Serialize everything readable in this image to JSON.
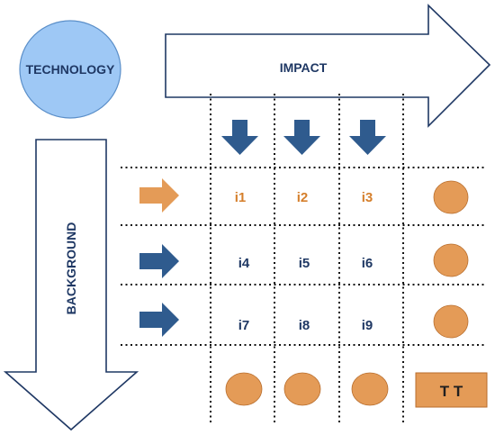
{
  "technology": {
    "label": "TECHNOLOGY"
  },
  "impact": {
    "label": "IMPACT"
  },
  "background": {
    "label": "BACKGROUND"
  },
  "cells": [
    [
      "i1",
      "i2",
      "i3"
    ],
    [
      "i4",
      "i5",
      "i6"
    ],
    [
      "i7",
      "i8",
      "i9"
    ]
  ],
  "total": {
    "label": "T T"
  },
  "colors": {
    "navy": "#1f3864",
    "arrow_blue": "#2f5b8e",
    "orange": "#e49b57",
    "orange_text": "#d57f2c",
    "circle_blue": "#9ec8f5",
    "circle_blue_border": "#5b8fc9"
  }
}
